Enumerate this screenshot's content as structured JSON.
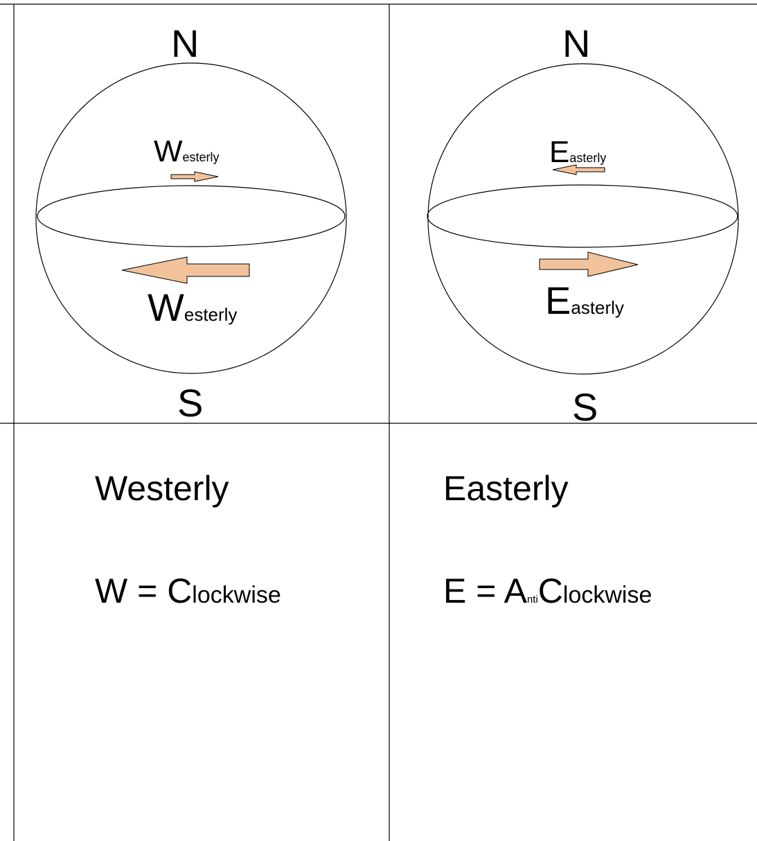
{
  "left_panel": {
    "north": "N",
    "south": "S",
    "upper_label": {
      "cap": "W",
      "rest": "esterly"
    },
    "lower_label": {
      "cap": "W",
      "rest": "esterly"
    },
    "title": "Westerly",
    "equation": {
      "lhs": "W = ",
      "cap": "C",
      "rest": "lockwise"
    }
  },
  "right_panel": {
    "north": "N",
    "south": "S",
    "upper_label": {
      "cap": "E",
      "rest": "asterly"
    },
    "lower_label": {
      "cap": "E",
      "rest": "asterly"
    },
    "title": "Easterly",
    "equation": {
      "lhs": "E = ",
      "cap1": "A",
      "sub1": "nti",
      "cap2": "C",
      "rest": "lockwise"
    }
  },
  "colors": {
    "arrow_fill": "#f2c39a",
    "stroke": "#000000",
    "background": "#ffffff"
  }
}
